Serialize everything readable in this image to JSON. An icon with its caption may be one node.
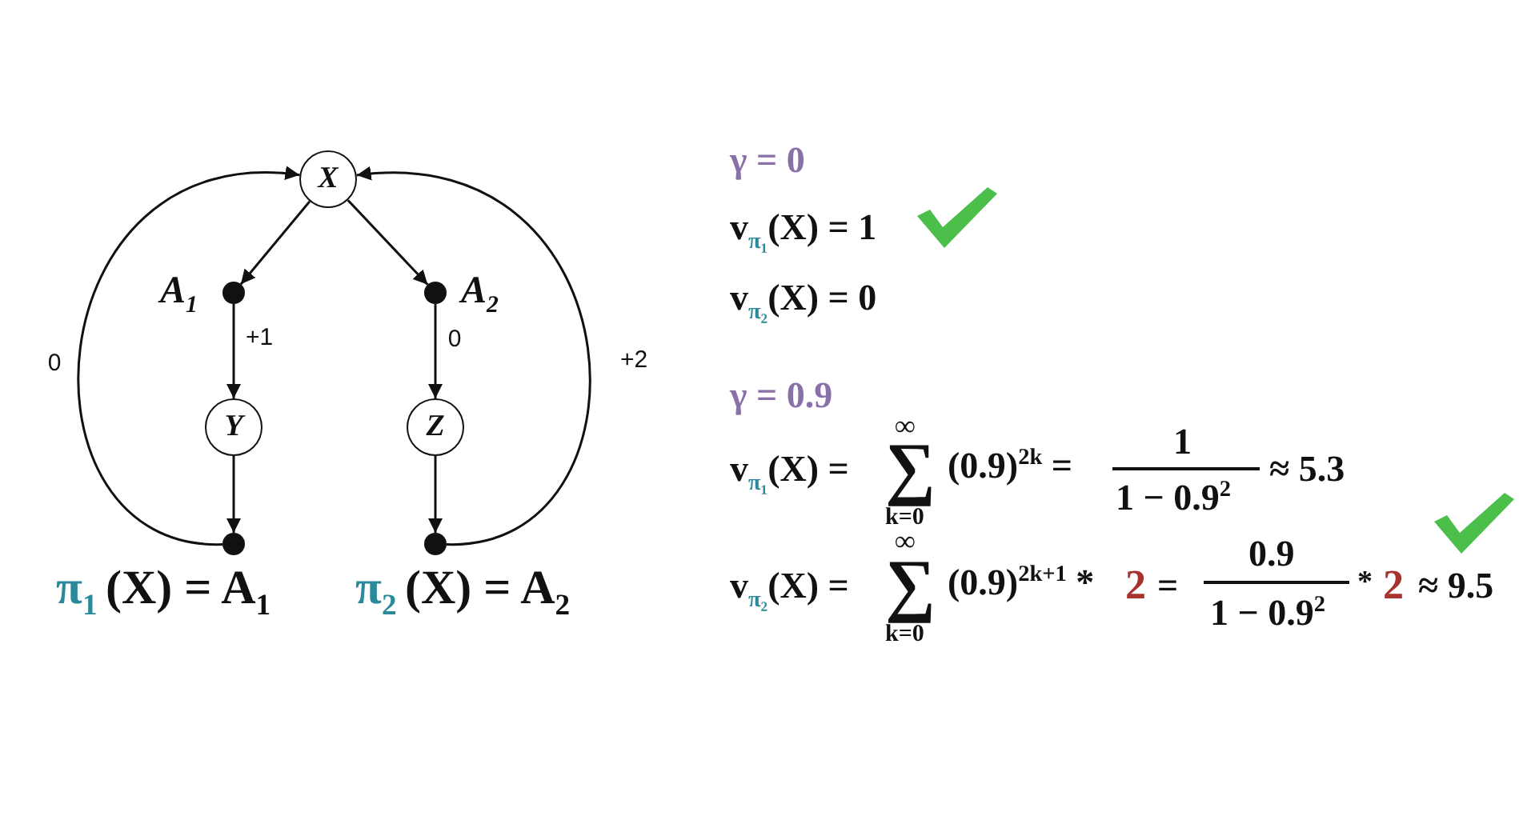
{
  "diagram": {
    "nodes": [
      {
        "text": [
          "X"
        ]
      },
      {
        "text": [],
        "shape": "circle",
        "beside": [
          "A$_{1}$"
        ]
      },
      {
        "text": [],
        "shape": "circle",
        "beside": [
          "A$_{2}$"
        ]
      },
      {
        "text": [
          "Y"
        ]
      },
      {
        "text": [
          "Z"
        ]
      },
      {
        "text": [],
        "shape": "circle"
      },
      {
        "text": [],
        "shape": "circle"
      }
    ],
    "edges": [
      {
        "from": 0,
        "to": 1,
        "arrow": "to"
      },
      {
        "from": 0,
        "to": 2,
        "arrow": "to"
      },
      {
        "from": 1,
        "to": 3,
        "arrow": "to",
        "label": "+1"
      },
      {
        "from": 2,
        "to": 4,
        "arrow": "to",
        "label": "0"
      },
      {
        "from": 3,
        "to": 5,
        "arrow": "to"
      },
      {
        "from": 4,
        "to": 6,
        "arrow": "to"
      },
      {
        "from": 5,
        "to": 0,
        "arrow": "to",
        "label": "0"
      },
      {
        "from": 6,
        "to": 0,
        "arrow": "to",
        "label": "+2"
      }
    ],
    "labels": [
      "π$_{1}$",
      "(X) = A$_{1}$",
      "π$_{2}$",
      "(X) = A$_{2}$",
      "γ = 0",
      "v$_{π₁}$(X) = 1",
      "v$_{π₂}$(X) = 0",
      "γ = 0.9",
      "v$_{π₁}$(X) =",
      "∞",
      "∑",
      "k=0",
      "(0.9)$^{2k}$ =",
      "1",
      "1 − 0.9$^{2}$",
      "≈ 5.3",
      "v$_{π₂}$(X) =",
      "∞",
      "∑",
      "k=0",
      "(0.9)$^{2k+1}$ *",
      "2",
      "=",
      "0.9",
      "1 − 0.9$^{2}$",
      "*",
      "2",
      "≈ 9.5"
    ]
  }
}
